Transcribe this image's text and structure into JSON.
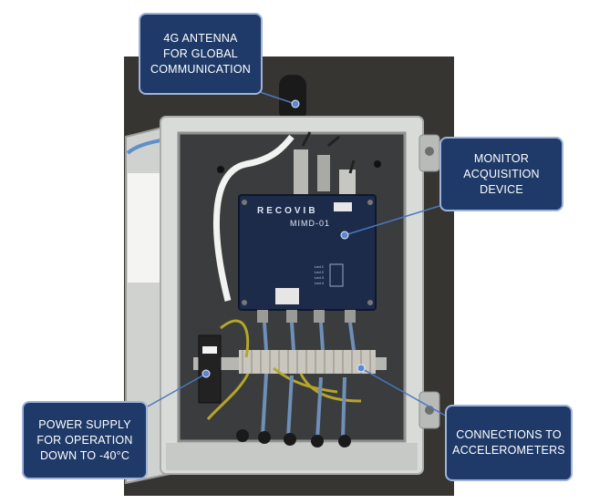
{
  "device": {
    "brand": "RECOVIB",
    "model": "MIMD-01",
    "leds": [
      "Led 1",
      "Led 2",
      "Led 3",
      "Led 4"
    ]
  },
  "callouts": {
    "antenna": {
      "lines": [
        "4G ANTENNA",
        "FOR GLOBAL",
        "COMMUNICATION"
      ]
    },
    "monitor": {
      "lines": [
        "MONITOR",
        "ACQUISITION",
        "DEVICE"
      ]
    },
    "power": {
      "lines": [
        "POWER SUPPLY",
        "FOR OPERATION",
        "DOWN TO -40°C"
      ]
    },
    "connections": {
      "lines": [
        "CONNECTIONS TO",
        "ACCELEROMETERS"
      ]
    }
  },
  "colors": {
    "callout_fill": "#1f3a68",
    "callout_border": "#9fb3d8",
    "leader_line": "#4a78c0",
    "device_body": "#1d2b4a",
    "enclosure": "#d9dbd8"
  }
}
